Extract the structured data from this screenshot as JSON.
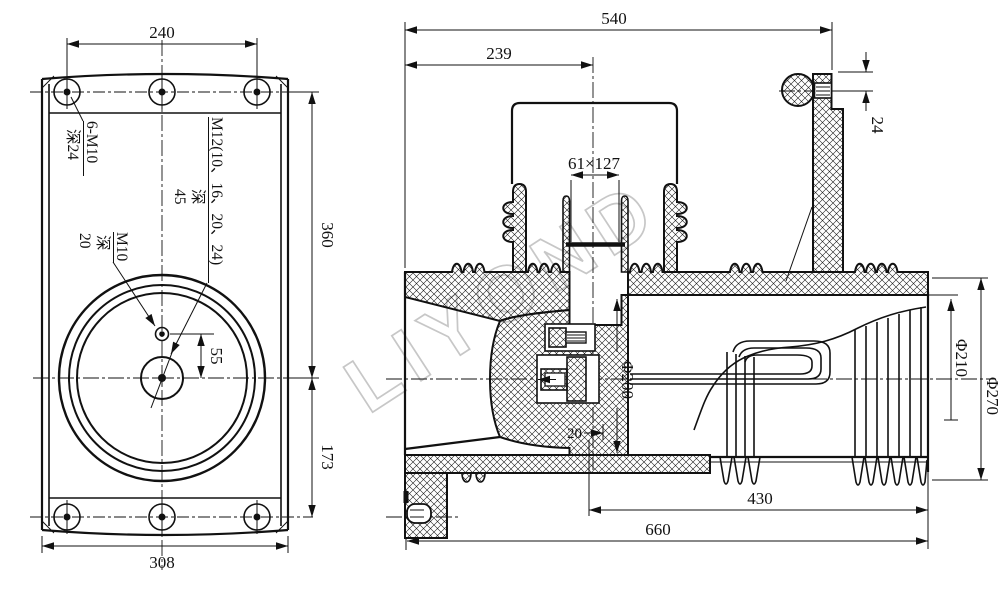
{
  "watermark": "LIYOND",
  "front_view": {
    "dims": {
      "top_width": "240",
      "upper_height": "360",
      "lower_height": "173",
      "bottom_width": "308",
      "hole_offset": "55"
    },
    "labels": {
      "corner_holes": "6-M10",
      "corner_holes_depth": "深24",
      "center_hole": "M12(10、16、20、24)",
      "center_hole_depth_word": "深",
      "center_hole_depth_value": "45",
      "upper_hole": "M10",
      "upper_hole_depth_word": "深",
      "upper_hole_depth_value": "20"
    }
  },
  "section_view": {
    "dims": {
      "total_width": "540",
      "left_to_center": "239",
      "slot": "61×127",
      "lug_offset": "24",
      "spout_diameter": "Φ200",
      "wall_offset": "20",
      "tube_diameter": "Φ210",
      "shed_diameter": "Φ270",
      "tube_length": "430",
      "total_length": "660"
    }
  }
}
